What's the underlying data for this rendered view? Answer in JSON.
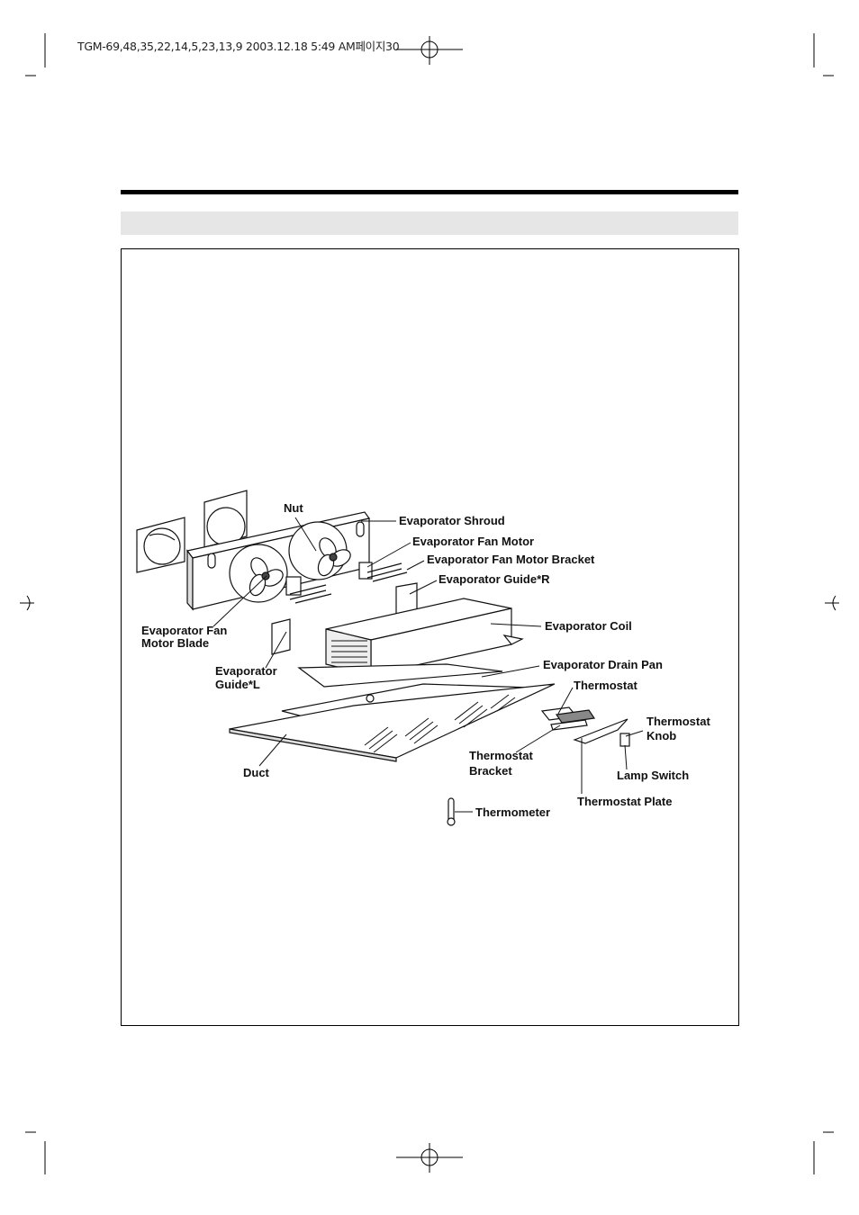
{
  "slug": "TGM-69,48,35,22,14,5,23,13,9  2003.12.18 5:49 AM페이지30",
  "labels": {
    "nut": "Nut",
    "evaporator_shroud": "Evaporator Shroud",
    "evaporator_fan_motor": "Evaporator Fan Motor",
    "evaporator_fan_motor_bracket": "Evaporator Fan Motor Bracket",
    "evaporator_guide_r": "Evaporator Guide*R",
    "evaporator_fan_motor_blade_1": "Evaporator Fan",
    "evaporator_fan_motor_blade_2": "Motor Blade",
    "evaporator_coil": "Evaporator Coil",
    "evaporator_guide_l_1": "Evaporator",
    "evaporator_guide_l_2": "Guide*L",
    "evaporator_drain_pan": "Evaporator Drain Pan",
    "thermostat": "Thermostat",
    "thermostat_knob_1": "Thermostat",
    "thermostat_knob_2": "Knob",
    "thermostat_bracket_1": "Thermostat",
    "thermostat_bracket_2": "Bracket",
    "lamp_switch": "Lamp Switch",
    "duct": "Duct",
    "thermostat_plate": "Thermostat Plate",
    "thermometer": "Thermometer"
  }
}
